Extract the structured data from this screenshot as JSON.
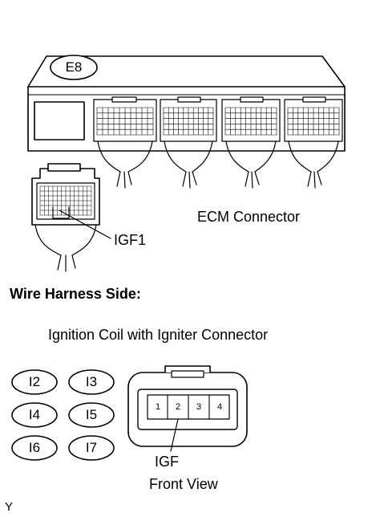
{
  "ecm": {
    "connector_code": "E8",
    "caption": "ECM Connector",
    "terminal_label": "IGF1"
  },
  "section_heading": "Wire Harness Side:",
  "ignition_coil": {
    "title": "Ignition Coil with Igniter Connector",
    "connector_codes": [
      "I2",
      "I3",
      "I4",
      "I5",
      "I6",
      "I7"
    ],
    "pins": [
      "1",
      "2",
      "3",
      "4"
    ],
    "terminal_label": "IGF",
    "view_label": "Front View"
  },
  "figure_code": "Y"
}
